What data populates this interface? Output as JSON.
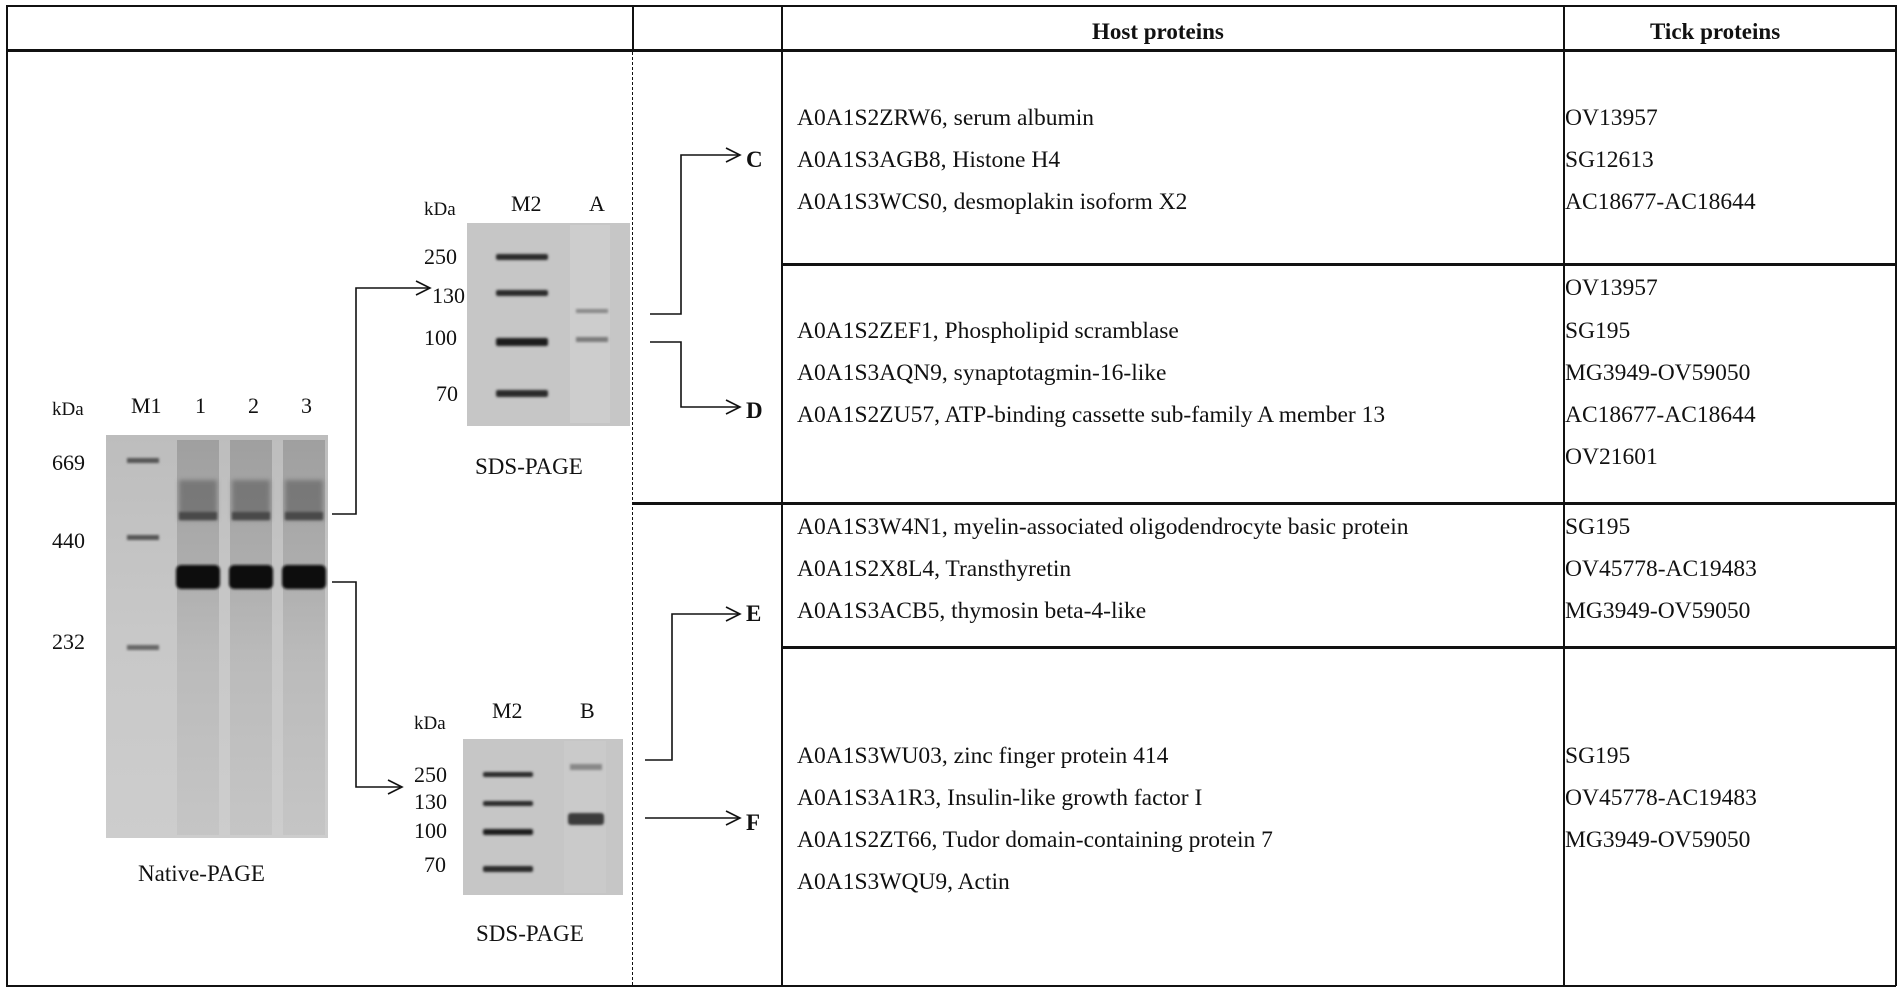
{
  "table": {
    "headers": {
      "host": "Host proteins",
      "tick": "Tick proteins"
    },
    "groups": [
      {
        "letter": "C",
        "host": [
          "A0A1S2ZRW6, serum albumin",
          "A0A1S3AGB8, Histone H4",
          "A0A1S3WCS0, desmoplakin isoform X2"
        ],
        "tick": [
          "OV13957",
          "SG12613",
          "AC18677-AC18644"
        ]
      },
      {
        "letter": "D",
        "host": [
          "A0A1S2ZEF1, Phospholipid scramblase",
          "A0A1S3AQN9, synaptotagmin-16-like",
          "A0A1S2ZU57, ATP-binding cassette sub-family A member 13"
        ],
        "tick": [
          "OV13957",
          "SG195",
          "MG3949-OV59050",
          "AC18677-AC18644",
          "OV21601"
        ]
      },
      {
        "letter": "E",
        "host": [
          "A0A1S3W4N1, myelin-associated oligodendrocyte basic protein",
          "A0A1S2X8L4, Transthyretin",
          "A0A1S3ACB5, thymosin beta-4-like"
        ],
        "tick": [
          "SG195",
          "OV45778-AC19483",
          "MG3949-OV59050"
        ]
      },
      {
        "letter": "F",
        "host": [
          "A0A1S3WU03, zinc finger protein 414",
          "A0A1S3A1R3, Insulin-like growth factor I",
          "A0A1S2ZT66, Tudor domain-containing protein 7",
          "A0A1S3WQU9, Actin"
        ],
        "tick": [
          "SG195",
          "OV45778-AC19483",
          "MG3949-OV59050"
        ]
      }
    ]
  },
  "native_gel": {
    "caption": "Native-PAGE",
    "kda_label": "kDa",
    "lanes": [
      "M1",
      "1",
      "2",
      "3"
    ],
    "markers": [
      "669",
      "440",
      "232"
    ]
  },
  "sds_gel_a": {
    "caption": "SDS-PAGE",
    "kda_label": "kDa",
    "lanes": [
      "M2",
      "A"
    ],
    "markers": [
      "250",
      "130",
      "100",
      "70"
    ]
  },
  "sds_gel_b": {
    "caption": "SDS-PAGE",
    "kda_label": "kDa",
    "lanes": [
      "M2",
      "B"
    ],
    "markers": [
      "250",
      "130",
      "100",
      "70"
    ]
  },
  "colors": {
    "ink": "#111111",
    "gel_bg": "#c9c9c9",
    "band": "#2a2a2a"
  }
}
